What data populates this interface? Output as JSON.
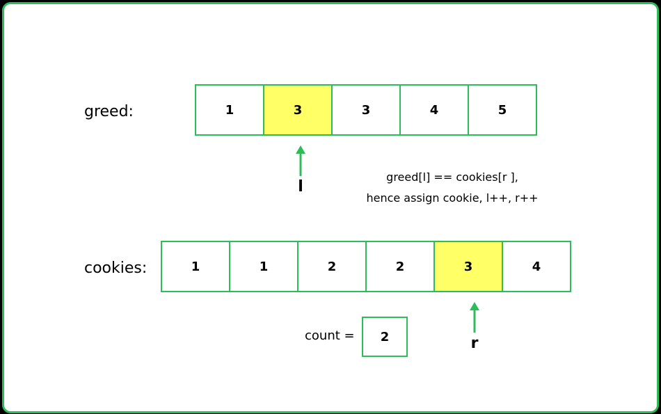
{
  "greed": {
    "label": "greed:",
    "values": [
      "1",
      "3",
      "3",
      "4",
      "5"
    ],
    "highlight_index": 1,
    "pointer": "l"
  },
  "cookies": {
    "label": "cookies:",
    "values": [
      "1",
      "1",
      "2",
      "2",
      "3",
      "4"
    ],
    "highlight_index": 4,
    "pointer": "r"
  },
  "note": {
    "line1": "greed[l] == cookies[r ],",
    "line2": "hence assign cookie, l++, r++"
  },
  "count": {
    "label": "count =",
    "value": "2"
  },
  "colors": {
    "accent": "#2dbd58",
    "highlight": "#ffff66",
    "background": "#000000",
    "panel": "#ffffff"
  },
  "icons": {
    "pointer_arrow": "arrow-up-icon"
  }
}
